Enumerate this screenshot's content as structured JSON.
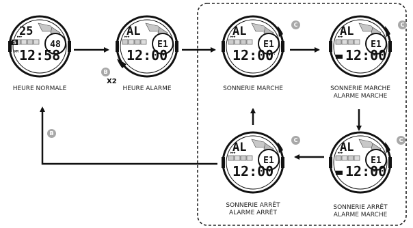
{
  "watches": [
    {
      "id": "w1",
      "top": "25",
      "number": "48",
      "main": "12:58",
      "pm": "PM",
      "s_label": "S",
      "extra": "",
      "caption": [
        "HEURE NORMALE"
      ]
    },
    {
      "id": "w2",
      "top": "AL",
      "number": "E1",
      "main": "12:00",
      "pm": "",
      "s_label": "",
      "extra": "",
      "caption": [
        "HEURE ALARME"
      ]
    },
    {
      "id": "w3",
      "top": "AL",
      "number": "E1",
      "main": "12:00",
      "pm": "",
      "s_label": "",
      "extra": "bell",
      "caption": [
        "SONNERIE MARCHE"
      ]
    },
    {
      "id": "w4",
      "top": "AL",
      "number": "E1",
      "main": "12:00",
      "pm": "",
      "s_label": "",
      "extra": "bell-on",
      "caption": [
        "SONNERIE MARCHE",
        "ALARME MARCHE"
      ]
    },
    {
      "id": "w5",
      "top": "AL",
      "number": "E1",
      "main": "12:00",
      "pm": "",
      "s_label": "",
      "extra": "on",
      "caption": [
        "SONNERIE ARRÊT",
        "ALARME MARCHE"
      ]
    },
    {
      "id": "w6",
      "top": "AL",
      "number": "E1",
      "main": "12:00",
      "pm": "",
      "s_label": "",
      "extra": "",
      "caption": [
        "SONNERIE ARRÊT",
        "ALARME ARRÊT"
      ]
    }
  ],
  "buttons": {
    "b": "B",
    "c": "C",
    "multiplier": "X2"
  },
  "colors": {
    "ink": "#111111",
    "button_badge": "#a8a8a8",
    "segment_fill": "#c8c8c8",
    "dashed_frame": "#222222"
  }
}
